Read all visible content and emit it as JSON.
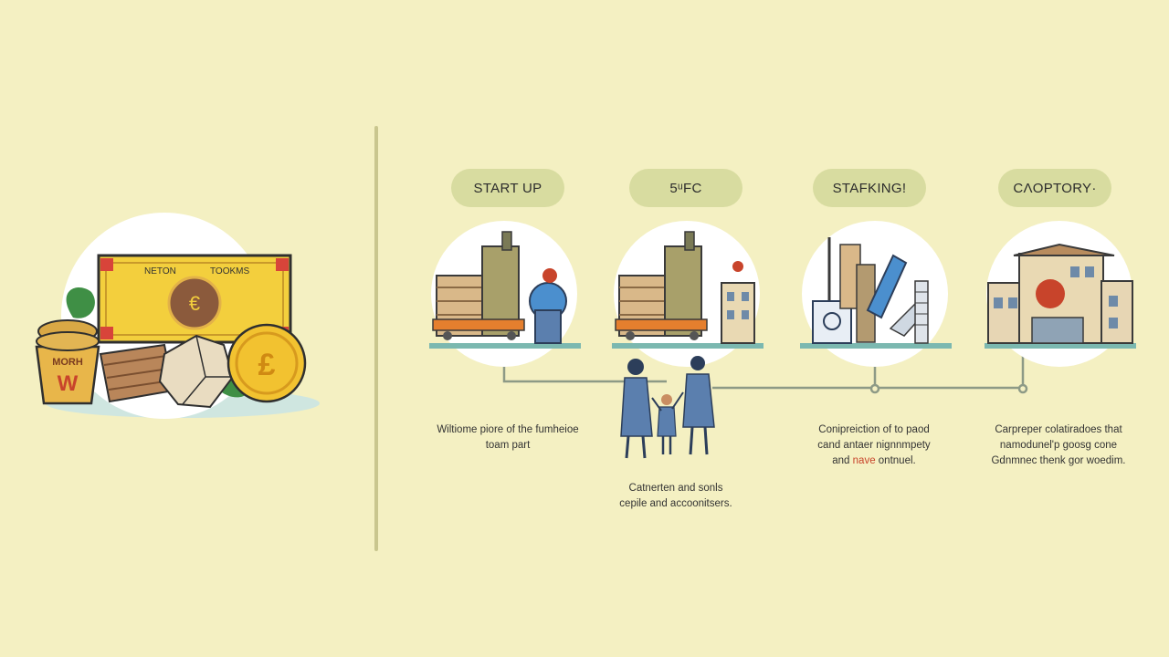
{
  "illustration": {
    "banknote_left_text": "NETON",
    "banknote_right_text": "TOOKMS",
    "note_symbol": "€",
    "coin_symbol": "£",
    "basket_text": "MORH",
    "basket_letter": "W"
  },
  "stages": [
    {
      "label": "START UP"
    },
    {
      "label": "5ᵘFC"
    },
    {
      "label": "STAFKING!"
    },
    {
      "label": "CΛOPTORY·"
    }
  ],
  "descriptions": {
    "d1": {
      "lines": [
        "Wiltiome piore of the fumheioe",
        "toam part"
      ]
    },
    "d2": {
      "lines": [
        "Catnerten and sonls",
        "cepile and accoonitsers."
      ]
    },
    "d3": {
      "line1": "Conipreiction of to paod",
      "line2": "cand antaer nignnmpety",
      "line3_pre": "and ",
      "line3_hl": "nave",
      "line3_post": " ontnuel."
    },
    "d4": {
      "lines": [
        "Carpreper colatiradoes  that",
        "namodunel'p goosg cone",
        "Gdnmnec thenk gor woedim."
      ]
    }
  },
  "colors": {
    "background": "#f4f0c2",
    "pill": "#d8dca0",
    "connector": "#8d9a86",
    "accent_red": "#c8442b"
  }
}
